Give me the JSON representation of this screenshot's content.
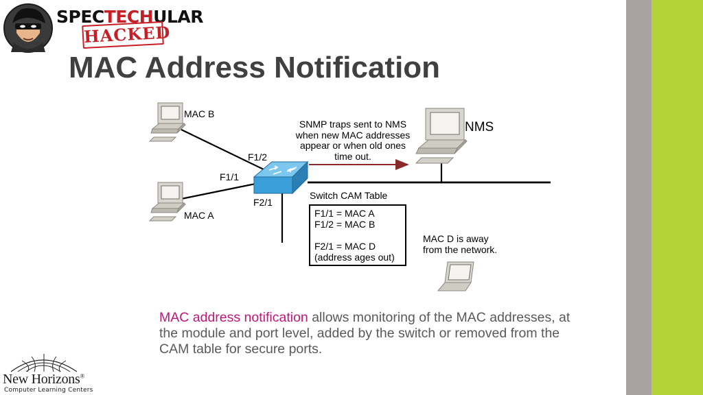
{
  "brand": {
    "prefix": "SPEC",
    "highlight": "TECH",
    "suffix": "ULAR",
    "stamp": "HACKED"
  },
  "title": "MAC Address Notification",
  "diagram": {
    "hosts": {
      "mac_b": "MAC B",
      "mac_a": "MAC A",
      "nms": "NMS"
    },
    "ports": {
      "f1_2": "F1/2",
      "f1_1": "F1/1",
      "f2_1": "F2/1"
    },
    "traps_note": "SNMP traps sent to NMS when new MAC addresses appear or when old ones time out.",
    "cam_table": {
      "title": "Switch CAM Table",
      "rows": [
        "F1/1 = MAC A",
        "F1/2 = MAC B",
        "F2/1 = MAC D",
        "(address ages out)"
      ]
    },
    "away_note_line1": "MAC D is away",
    "away_note_line2": "from the network."
  },
  "description": {
    "highlight": "MAC address notification",
    "rest": " allows monitoring of the  MAC addresses, at the module and port level, added by the switch or removed from the CAM table for secure ports."
  },
  "footer_logo": {
    "name": "New Horizons",
    "mark": "®",
    "sub": "Computer Learning Centers"
  },
  "colors": {
    "accent_magenta": "#c0157a",
    "arrow_red": "#8b2a2a",
    "switch_blue": "#3a9fd8",
    "stripe_green": "#b2d235",
    "stripe_gray": "#a8a3a0"
  }
}
